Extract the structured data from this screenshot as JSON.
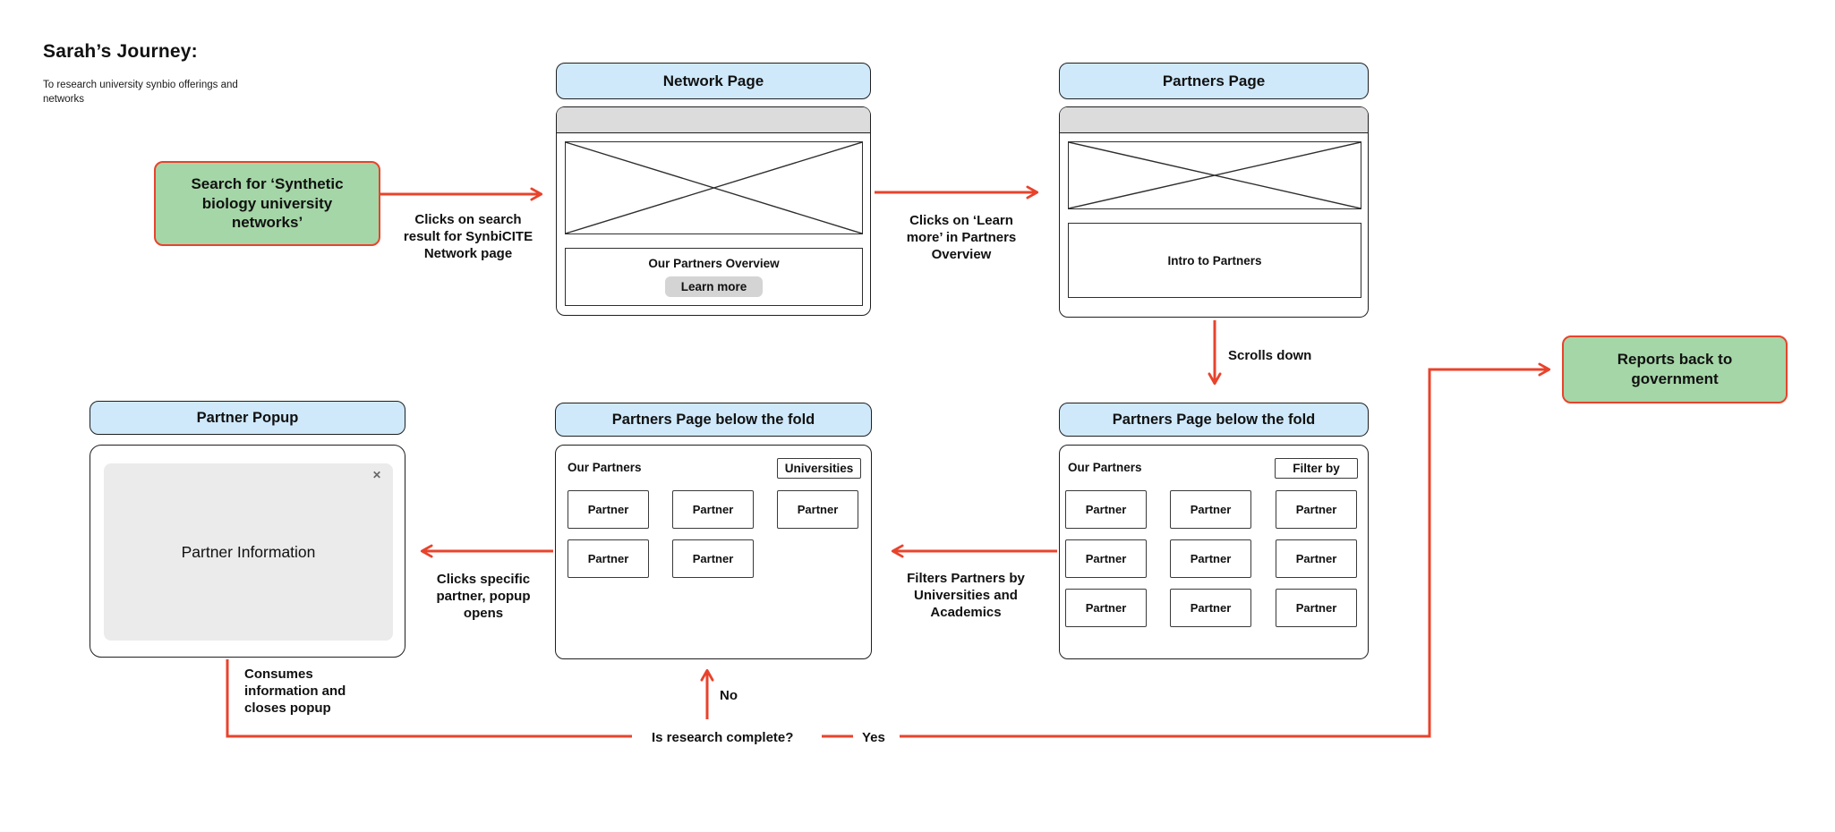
{
  "page": {
    "title": "Sarah’s Journey:",
    "subtitle": "To research university synbio offerings and networks"
  },
  "nodes": {
    "start": {
      "label": "Search for ‘Synthetic biology university networks’"
    },
    "end": {
      "label": "Reports back to government"
    }
  },
  "network_page": {
    "title": "Network Page",
    "overview_title": "Our Partners Overview",
    "learn_more_button": "Learn more"
  },
  "partners_page": {
    "title": "Partners Page",
    "intro_box": "Intro to Partners"
  },
  "partners_fold_all": {
    "title": "Partners Page below the fold",
    "section_title": "Our Partners",
    "filter_button": "Filter by",
    "partners": [
      "Partner",
      "Partner",
      "Partner",
      "Partner",
      "Partner",
      "Partner",
      "Partner",
      "Partner",
      "Partner"
    ]
  },
  "partners_fold_filtered": {
    "title": "Partners Page below the fold",
    "section_title": "Our Partners",
    "filter_button": "Universities",
    "partners": [
      "Partner",
      "Partner",
      "Partner",
      "Partner",
      "Partner"
    ]
  },
  "partner_popup": {
    "title": "Partner Popup",
    "content": "Partner Information",
    "close_icon": "✕"
  },
  "edges": {
    "search_to_network": "Clicks on search result for SynbiCITE Network page",
    "network_to_partners": "Clicks on ‘Learn more’ in Partners Overview",
    "partners_scroll": "Scrolls down",
    "fold_filter": "Filters Partners by Universities and Academics",
    "fold_to_popup": "Clicks specific partner, popup opens",
    "popup_consume": "Consumes information and closes popup",
    "decision_question": "Is research complete?",
    "decision_no": "No",
    "decision_yes": "Yes"
  },
  "colors": {
    "arrow_red": "#e8432c",
    "node_green": "#a5d6a7",
    "node_blue": "#cfe9fb",
    "chrome_gray": "#dcdcdc",
    "button_gray": "#d4d4d4",
    "popup_gray": "#ebebeb"
  }
}
